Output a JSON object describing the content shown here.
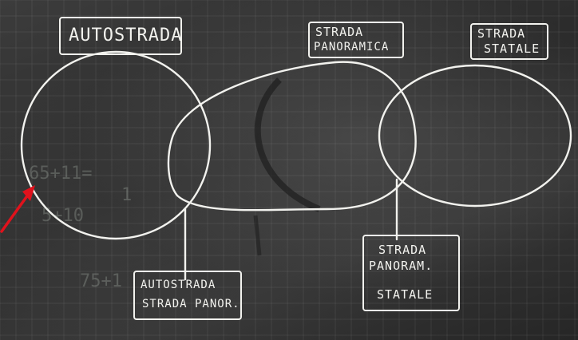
{
  "labels": {
    "autostrada": "AUTOSTRADA",
    "strada_panoramica": [
      "STRADA",
      "PANORAMICA"
    ],
    "strada_statale": [
      "STRADA",
      "STATALE"
    ],
    "intersection_left": [
      "AUTOSTRADA",
      "STRADA PANOR."
    ],
    "intersection_right": [
      "STRADA",
      "PANORAM.",
      "STATALE"
    ]
  },
  "faint_writing": [
    "65+11=",
    "1",
    "5+10",
    "75+1"
  ],
  "colors": {
    "board": "#2f2f2f",
    "chalk": "#f2f2ee",
    "arrow": "#e0121c"
  }
}
